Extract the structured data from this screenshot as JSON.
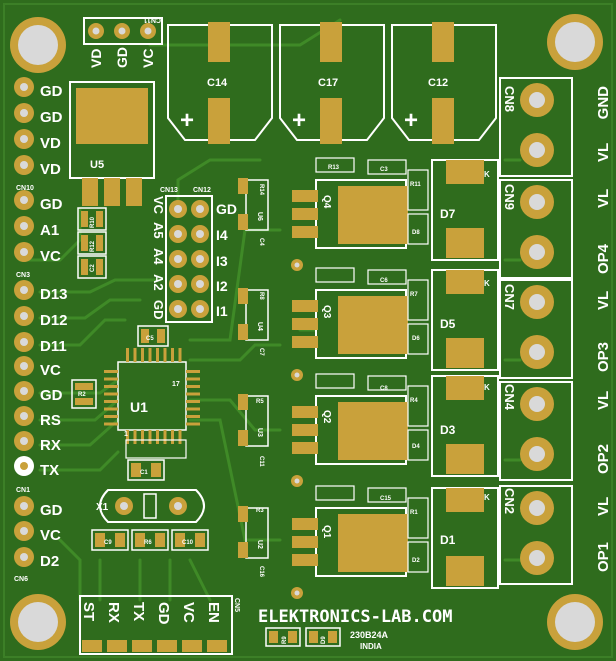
{
  "colors": {
    "board": "#2f6c1d",
    "copper_trace": "#3f8a27",
    "pad_gold": "#c9a13b",
    "silkscreen": "#ffffff",
    "hole": "#d9d9d9"
  },
  "top_header": {
    "label": "CN11",
    "pins": [
      "VD",
      "GD",
      "VC"
    ]
  },
  "capacitors_top": [
    "C14",
    "C17",
    "C12"
  ],
  "plus_sign": "+",
  "regulator": {
    "label": "U5"
  },
  "left_header": {
    "groups": [
      {
        "label": "CN10",
        "pins": [
          "GD",
          "GD",
          "VD",
          "VD"
        ]
      },
      {
        "label": "CN3",
        "pins": [
          "GD",
          "A1",
          "VC"
        ]
      },
      {
        "label": "CN1",
        "pins": [
          "D13",
          "D12",
          "D11",
          "VC",
          "GD",
          "RS",
          "RX",
          "TX"
        ]
      },
      {
        "label": "CN6",
        "pins": [
          "GD",
          "VC",
          "D2"
        ]
      }
    ]
  },
  "small_parts": [
    "R10",
    "R12",
    "C2",
    "R2",
    "C5",
    "C1",
    "C9",
    "R6",
    "C10"
  ],
  "mcu": {
    "label": "U1",
    "pin1": "1",
    "pin17": "17"
  },
  "crystal": {
    "label": "X1"
  },
  "input_header": {
    "labels": [
      "CN13",
      "CN12"
    ],
    "top_labels": [
      "VC",
      "A5",
      "A4",
      "A2",
      "GD"
    ],
    "right_labels": [
      "GD",
      "I4",
      "I3",
      "I2",
      "I1"
    ]
  },
  "channels": [
    {
      "mosfet": "Q4",
      "diode": "D7",
      "opto": "U6",
      "led": "D8",
      "parts": [
        "C3",
        "R13",
        "R11",
        "R14",
        "C4"
      ],
      "connector": "CN8",
      "out_labels": [
        "GND",
        "VL"
      ]
    },
    {
      "mosfet": "Q3",
      "diode": "D5",
      "opto": "U4",
      "led": "D6",
      "parts": [
        "C6",
        "R7",
        "R8",
        "C7"
      ],
      "connector": "CN9",
      "out_labels": [
        "VL",
        "OP4"
      ]
    },
    {
      "mosfet": "Q2",
      "diode": "D3",
      "opto": "U3",
      "led": "D4",
      "parts": [
        "C8",
        "R4",
        "R5",
        "C11"
      ],
      "connector": "CN7",
      "out_labels": [
        "VL",
        "OP3"
      ]
    },
    {
      "mosfet": "Q1",
      "diode": "D1",
      "opto": "U2",
      "led": "D2",
      "parts": [
        "C15",
        "R1",
        "R3",
        "C16"
      ],
      "connector": "CN4",
      "out_labels": [
        "VL",
        "OP2"
      ]
    }
  ],
  "last_connector": {
    "label": "CN2",
    "out_labels": [
      "VL",
      "OP1"
    ]
  },
  "cathode_mark": "K",
  "bottom_header": {
    "label": "CN5",
    "pins": [
      "ST",
      "RX",
      "TX",
      "GD",
      "VC",
      "EN"
    ]
  },
  "brand": "ELEKTRONICS-LAB.COM",
  "board_code": "230B24A",
  "origin": "INDIA",
  "bottom_parts": [
    "R9",
    "D9"
  ]
}
